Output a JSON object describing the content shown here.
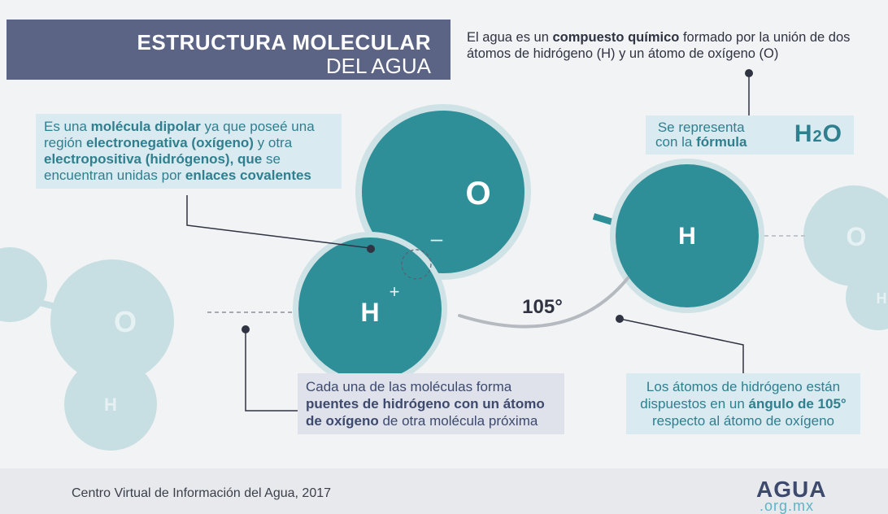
{
  "header": {
    "title_line1": "ESTRUCTURA MOLECULAR",
    "title_line2": "DEL AGUA"
  },
  "intro": {
    "part1": "El agua es un ",
    "bold1": "compuesto químico",
    "part2": " formado por la unión de dos átomos de hidrógeno (H) y un átomo de oxígeno (O)"
  },
  "dipole_note": {
    "p1": "Es una ",
    "b1": "molécula dipolar",
    "p2": " ya que poseé una región ",
    "b2": "electronegativa (oxígeno)",
    "p3": " y otra ",
    "b3": "electropositiva (hidrógenos), que",
    "p4": " se encuentran unidas por ",
    "b4": "enlaces covalentes"
  },
  "formula_note": {
    "line1": "Se representa",
    "line2_prefix": "con la ",
    "line2_bold": "fórmula",
    "formula_main": "H",
    "formula_sub": "2",
    "formula_end": "O"
  },
  "molecule": {
    "oxygen_label": "O",
    "hydrogen_right_label": "H",
    "hydrogen_left_label": "H",
    "minus_sign": "–",
    "plus_sign": "+",
    "angle_label": "105°"
  },
  "faded_molecules": {
    "left_oxygen": "O",
    "left_hydrogen": "H",
    "right_oxygen": "O",
    "right_hydrogen": "H"
  },
  "bridge_note": {
    "p1": "Cada una de las moléculas forma ",
    "b1": "puentes de hidrógeno con un átomo de oxígeno",
    "p2": " de otra molécula próxima"
  },
  "angle_note": {
    "p1": "Los átomos de hidrógeno están dispuestos en un ",
    "b1": "ángulo de 105°",
    "p2": " respecto al átomo de oxígeno"
  },
  "footer": {
    "credit": "Centro Virtual de Información del Agua, 2017",
    "logo_main": "AGUA",
    "logo_sub": ".org.mx"
  },
  "colors": {
    "teal": "#2e8f98",
    "teal_ring": "#cfe3e6",
    "faded_teal": "#c7dfe2",
    "title_bg": "#5b6485",
    "note_teal_bg": "#d9eaf0",
    "note_blue_bg": "#dfe2ea"
  }
}
